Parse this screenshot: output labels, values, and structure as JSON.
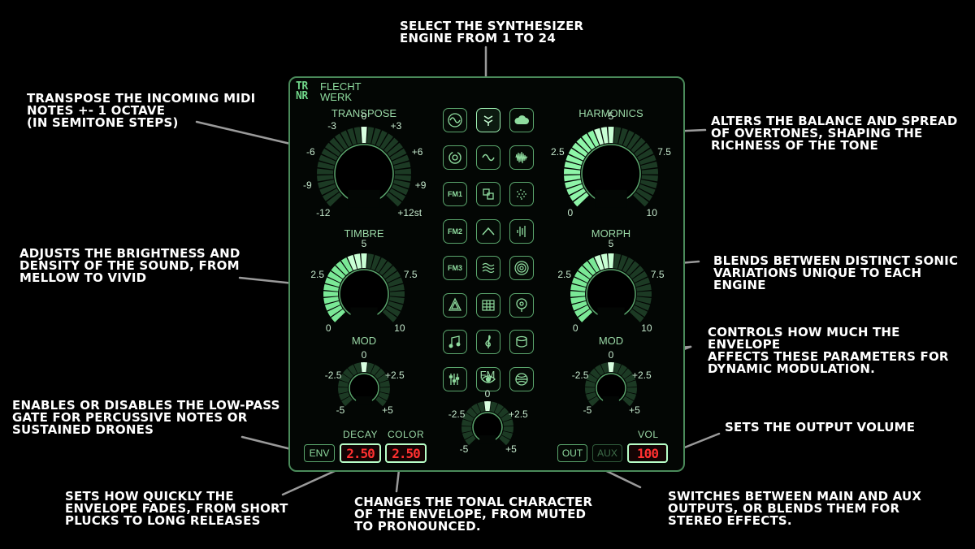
{
  "annotations": {
    "engine": "SELECT THE SYNTHESIZER\nENGINE FROM 1 TO 24",
    "transpose": "TRANSPOSE THE INCOMING MIDI\nNOTES +- 1 OCTAVE\n(IN SEMITONE STEPS)",
    "harmonics": "ALTERS THE BALANCE AND SPREAD\nOF OVERTONES, SHAPING THE\nRICHNESS OF THE TONE",
    "timbre": "ADJUSTS THE BRIGHTNESS AND\nDENSITY OF THE SOUND, FROM\nMELLOW TO VIVID",
    "morph": "BLENDS BETWEEN DISTINCT SONIC\nVARIATIONS UNIQUE TO EACH ENGINE",
    "envelope_mod": "CONTROLS HOW MUCH THE ENVELOPE\nAFFECTS THESE PARAMETERS FOR\nDYNAMIC MODULATION.",
    "lpg": "ENABLES OR DISABLES THE LOW-PASS\nGATE FOR PERCUSSIVE NOTES OR\nSUSTAINED DRONES",
    "volume": "SETS THE OUTPUT VOLUME",
    "decay": "SETS HOW QUICKLY THE\nENVELOPE FADES, FROM SHORT\nPLUCKS TO LONG RELEASES",
    "color": "CHANGES THE TONAL CHARACTER\nOF THE ENVELOPE, FROM MUTED\nTO PRONOUNCED.",
    "output": "SWITCHES BETWEEN MAIN AND AUX\nOUTPUTS, OR BLENDS THEM FOR\nSTEREO EFFECTS."
  },
  "logo": {
    "mark_top": "TR",
    "mark_bottom": "NR",
    "line1": "FLECHT",
    "line2": "WERK"
  },
  "knobs": {
    "transpose": {
      "label": "TRANSPOSE",
      "value": 0,
      "min": -12,
      "max": 12,
      "ticks": [
        "-12",
        "-9",
        "-6",
        "-3",
        "0",
        "+3",
        "+6",
        "+9",
        "+12st"
      ]
    },
    "harmonics": {
      "label": "HARMONICS",
      "value": 5,
      "min": 0,
      "max": 10,
      "ticks": [
        "0",
        "2.5",
        "5",
        "7.5",
        "10"
      ]
    },
    "timbre": {
      "label": "TIMBRE",
      "value": 5,
      "min": 0,
      "max": 10,
      "ticks": [
        "0",
        "2.5",
        "5",
        "7.5",
        "10"
      ]
    },
    "morph": {
      "label": "MORPH",
      "value": 5,
      "min": 0,
      "max": 10,
      "ticks": [
        "0",
        "2.5",
        "5",
        "7.5",
        "10"
      ]
    },
    "mod_left": {
      "label": "MOD",
      "value": 0,
      "min": -5,
      "max": 5,
      "ticks": [
        "-5",
        "-2.5",
        "0",
        "+2.5",
        "+5"
      ]
    },
    "fm": {
      "label": "FM",
      "value": 0,
      "min": -5,
      "max": 5,
      "ticks": [
        "-5",
        "-2.5",
        "0",
        "+2.5",
        "+5"
      ]
    },
    "mod_right": {
      "label": "MOD",
      "value": 0,
      "min": -5,
      "max": 5,
      "ticks": [
        "-5",
        "-2.5",
        "0",
        "+2.5",
        "+5"
      ]
    }
  },
  "engines": [
    {
      "icon": "sine-wave-icon"
    },
    {
      "icon": "zigzag-wave-icon",
      "selected": true
    },
    {
      "icon": "cloud-icon"
    },
    {
      "icon": "cycle-icon"
    },
    {
      "icon": "smooth-wave-icon"
    },
    {
      "icon": "noise-burst-icon"
    },
    {
      "label": "FM1"
    },
    {
      "icon": "squares-icon"
    },
    {
      "icon": "dots-icon"
    },
    {
      "label": "FM2"
    },
    {
      "icon": "peak-icon"
    },
    {
      "icon": "vertical-lines-icon"
    },
    {
      "label": "FM3"
    },
    {
      "icon": "triple-wave-icon"
    },
    {
      "icon": "rings-icon"
    },
    {
      "icon": "tree-icon"
    },
    {
      "icon": "grid-icon"
    },
    {
      "icon": "pin-icon"
    },
    {
      "icon": "music-notes-icon"
    },
    {
      "icon": "treble-clef-icon"
    },
    {
      "icon": "drum-icon"
    },
    {
      "icon": "equalizer-icon"
    },
    {
      "icon": "eye-icon"
    },
    {
      "icon": "globe-icon"
    }
  ],
  "bottom": {
    "env_label": "ENV",
    "decay_label": "DECAY",
    "color_label": "COLOR",
    "decay_value": "2.50",
    "color_value": "2.50",
    "out_label": "OUT",
    "aux_label": "AUX",
    "vol_label": "VOL",
    "vol_value": "100"
  },
  "colors": {
    "accent": "#8ef5a8",
    "panel_border": "#4a8a5a",
    "lcd_text": "#ff3030"
  }
}
